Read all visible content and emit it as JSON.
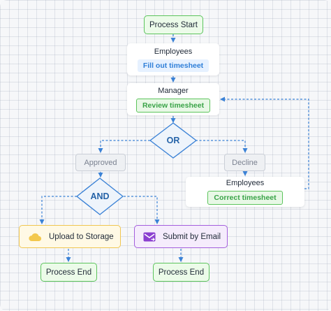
{
  "nodes": {
    "process_start": "Process Start",
    "employees_top": {
      "title": "Employees",
      "action": "Fill out timesheet"
    },
    "manager": {
      "title": "Manager",
      "action": "Review timesheet"
    },
    "or_gate": "OR",
    "approved": "Approved",
    "decline": "Decline",
    "employees_bottom": {
      "title": "Employees",
      "action": "Correct timesheet"
    },
    "and_gate": "AND",
    "upload": "Upload to Storage",
    "email": "Submit by Email",
    "end_left": "Process End",
    "end_right": "Process End"
  },
  "icons": {
    "upload": "cloud-icon",
    "email": "email-icon"
  },
  "colors": {
    "edge": "#3b82d6",
    "start_end_border": "#5cc45c",
    "decision": "#2563a8",
    "storage_border": "#f0c651",
    "email_border": "#a45fdd"
  }
}
